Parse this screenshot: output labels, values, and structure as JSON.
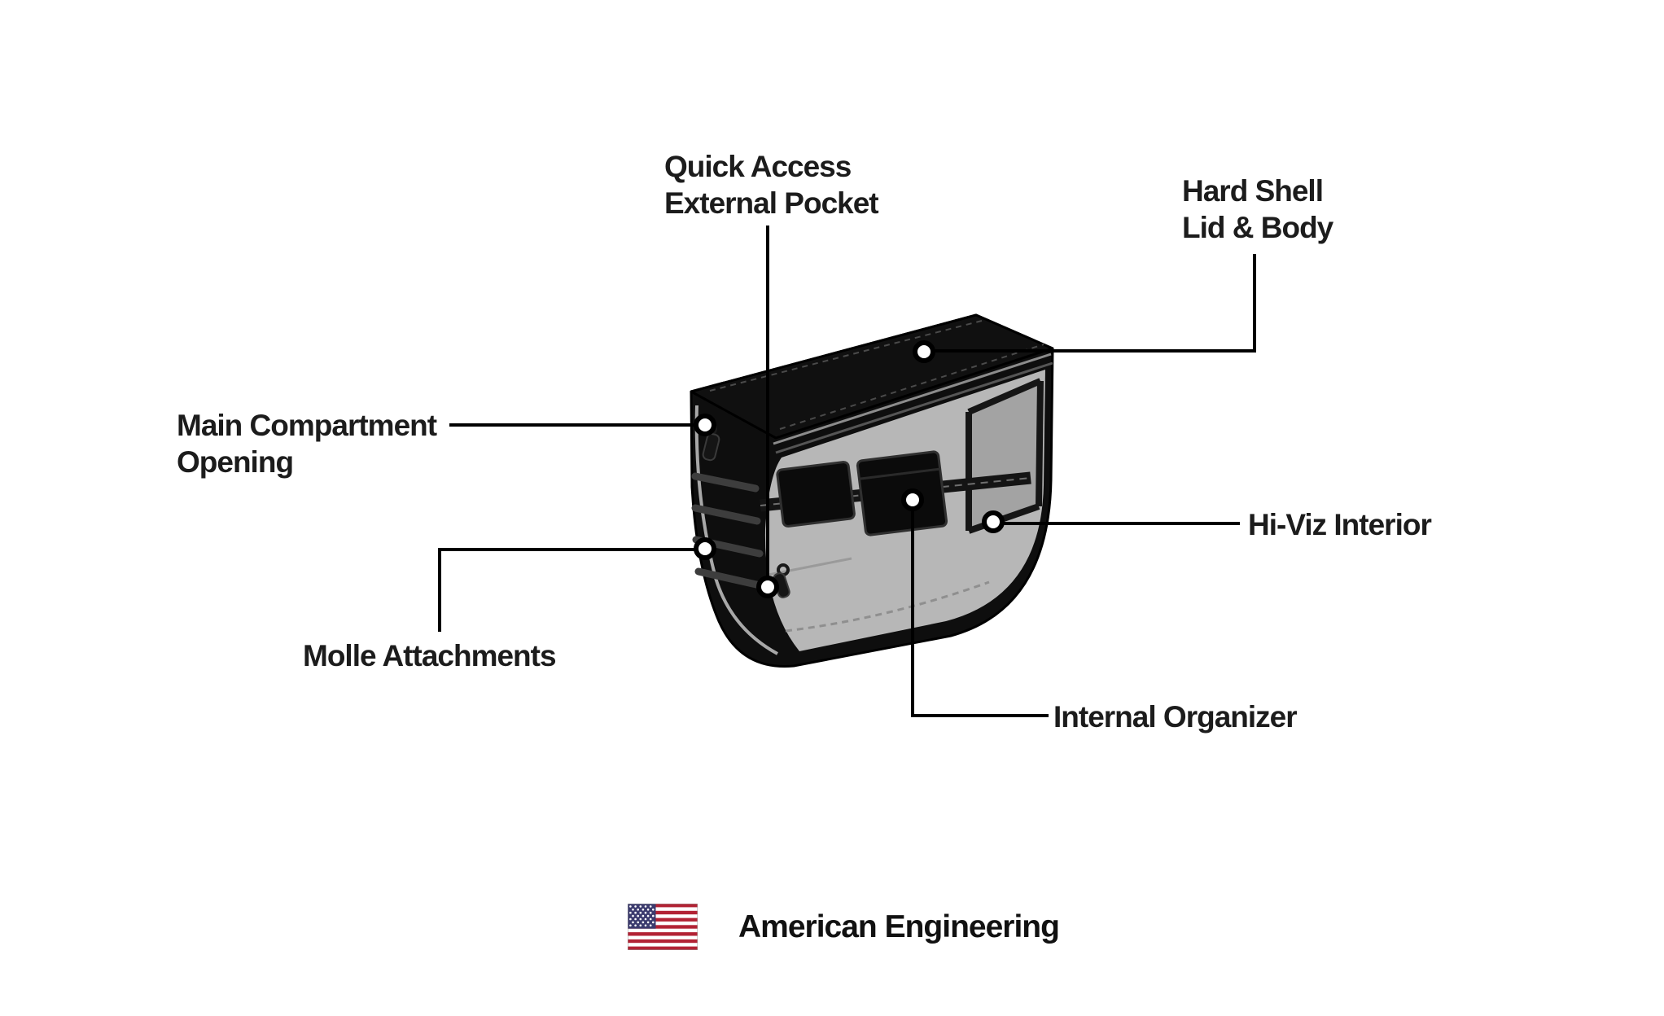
{
  "colors": {
    "background": "#ffffff",
    "callout_line": "#000000",
    "label_text": "#1c1c1c",
    "shell_black": "#0e0e0e",
    "hi_viz_interior_gray": "#b7b7b7",
    "flag_red": "#b22234",
    "flag_white": "#ffffff",
    "flag_blue": "#3c3b6e"
  },
  "callouts": {
    "quick_access": {
      "line1": "Quick Access",
      "line2": "External Pocket"
    },
    "hard_shell": {
      "line1": "Hard Shell",
      "line2": "Lid & Body"
    },
    "main_compartment": {
      "line1": "Main Compartment",
      "line2": "Opening"
    },
    "hi_viz": {
      "line1": "Hi-Viz Interior"
    },
    "molle": {
      "line1": "Molle Attachments"
    },
    "internal_organizer": {
      "line1": "Internal Organizer"
    }
  },
  "footer": {
    "flag_icon": "us-flag-icon",
    "label": "American Engineering"
  }
}
